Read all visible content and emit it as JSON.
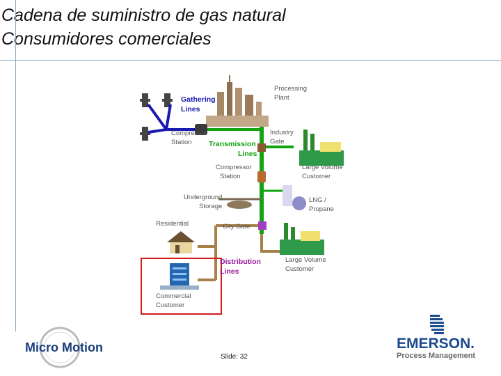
{
  "header": {
    "title": "Cadena de suministro de gas natural",
    "subtitle": "Consumidores comerciales"
  },
  "diagram": {
    "labels": {
      "gathering_1": "Gathering",
      "gathering_2": "Lines",
      "processing_1": "Processing",
      "processing_2": "Plant",
      "compressor_top_1": "Compressor",
      "compressor_top_2": "Station",
      "transmission_1": "Transmission",
      "transmission_2": "Lines",
      "industry_1": "Industry",
      "industry_2": "Gate",
      "compressor_mid_1": "Compressor",
      "compressor_mid_2": "Station",
      "large_top_1": "Large Volume",
      "large_top_2": "Customer",
      "underground_1": "Underground",
      "underground_2": "Storage",
      "lng_1": "LNG /",
      "lng_2": "Propane",
      "residential": "Residential",
      "city_gate": "City Gate",
      "distribution_1": "Distribution",
      "distribution_2": "Lines",
      "large_bottom_1": "Large Volume",
      "large_bottom_2": "Customer",
      "commercial_1": "Commercial",
      "commercial_2": "Customer"
    },
    "colors": {
      "gathering": "#1a1ab0",
      "transmission": "#13a313",
      "distribution": "#a8804a",
      "highlight": "#d21c1c"
    }
  },
  "footer": {
    "slide": "Slide: 32",
    "micro_motion": "Micro Motion",
    "emerson": "EMERSON.",
    "process_management": "Process Management"
  }
}
